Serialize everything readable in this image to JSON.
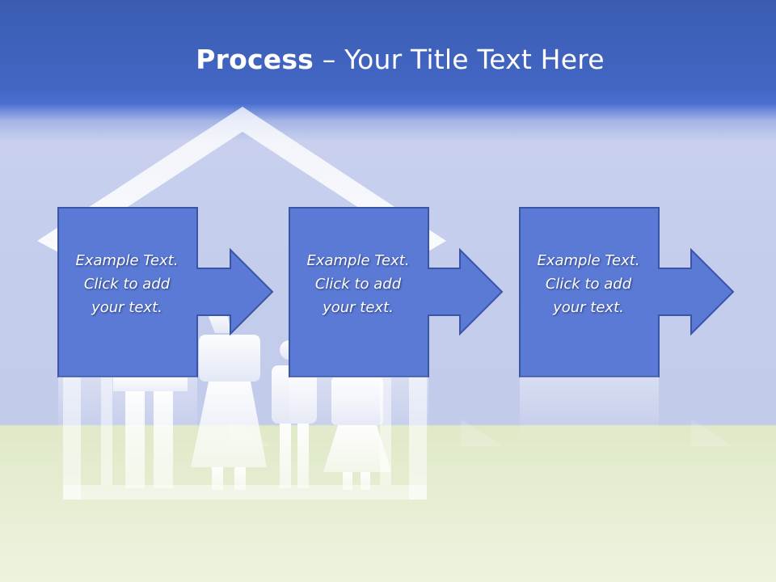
{
  "slide": {
    "title_bold": "Process",
    "title_rest": " – Your Title Text Here",
    "steps": [
      {
        "text": "Example Text.\nClick  to add\nyour text."
      },
      {
        "text": "Example Text.\nClick  to add\nyour text."
      },
      {
        "text": "Example Text.\nClick  to add\nyour text."
      }
    ]
  },
  "colors": {
    "box_fill": "#5a7ad6",
    "box_border": "#3b55a6",
    "title": "#ffffff"
  }
}
